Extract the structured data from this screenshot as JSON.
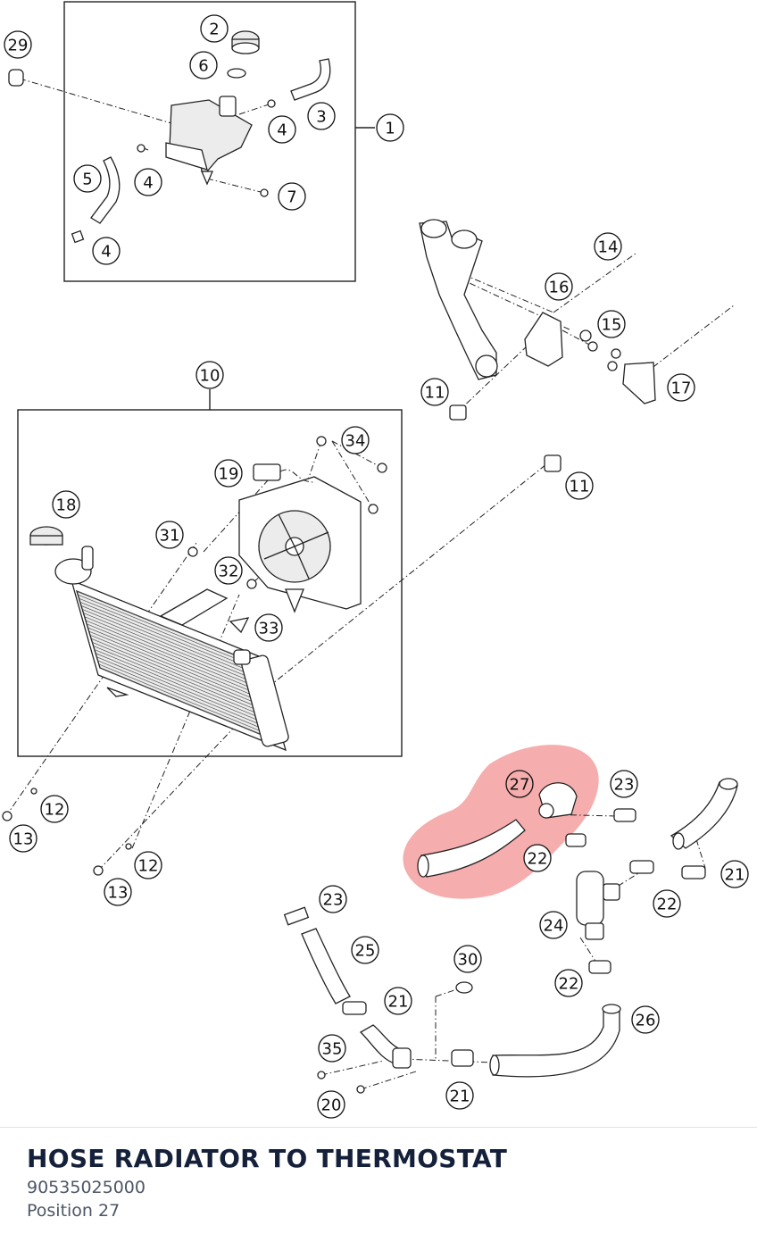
{
  "diagram": {
    "highlight_color": "#f07a7a",
    "callouts": [
      {
        "id": "c1",
        "label": "1"
      },
      {
        "id": "c2",
        "label": "2"
      },
      {
        "id": "c3",
        "label": "3"
      },
      {
        "id": "c4a",
        "label": "4"
      },
      {
        "id": "c4b",
        "label": "4"
      },
      {
        "id": "c4c",
        "label": "4"
      },
      {
        "id": "c5",
        "label": "5"
      },
      {
        "id": "c6",
        "label": "6"
      },
      {
        "id": "c7",
        "label": "7"
      },
      {
        "id": "c29",
        "label": "29"
      },
      {
        "id": "c14",
        "label": "14"
      },
      {
        "id": "c16",
        "label": "16"
      },
      {
        "id": "c15",
        "label": "15"
      },
      {
        "id": "c17",
        "label": "17"
      },
      {
        "id": "c11a",
        "label": "11"
      },
      {
        "id": "c10",
        "label": "10"
      },
      {
        "id": "c34",
        "label": "34"
      },
      {
        "id": "c19",
        "label": "19"
      },
      {
        "id": "c11b",
        "label": "11"
      },
      {
        "id": "c18",
        "label": "18"
      },
      {
        "id": "c31",
        "label": "31"
      },
      {
        "id": "c32",
        "label": "32"
      },
      {
        "id": "c33",
        "label": "33"
      },
      {
        "id": "c12a",
        "label": "12"
      },
      {
        "id": "c13a",
        "label": "13"
      },
      {
        "id": "c12b",
        "label": "12"
      },
      {
        "id": "c13b",
        "label": "13"
      },
      {
        "id": "c27",
        "label": "27"
      },
      {
        "id": "c23a",
        "label": "23"
      },
      {
        "id": "c22a",
        "label": "22"
      },
      {
        "id": "c21a",
        "label": "21"
      },
      {
        "id": "c22b",
        "label": "22"
      },
      {
        "id": "c24",
        "label": "24"
      },
      {
        "id": "c23b",
        "label": "23"
      },
      {
        "id": "c25",
        "label": "25"
      },
      {
        "id": "c30",
        "label": "30"
      },
      {
        "id": "c21b",
        "label": "21"
      },
      {
        "id": "c22c",
        "label": "22"
      },
      {
        "id": "c26",
        "label": "26"
      },
      {
        "id": "c35",
        "label": "35"
      },
      {
        "id": "c21c",
        "label": "21"
      },
      {
        "id": "c20",
        "label": "20"
      }
    ]
  },
  "part": {
    "title": "HOSE RADIATOR TO THERMOSTAT",
    "number": "90535025000",
    "position": "Position 27"
  }
}
